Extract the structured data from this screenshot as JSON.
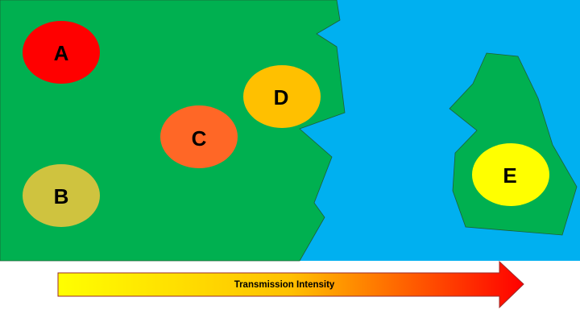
{
  "diagram": {
    "colors": {
      "land": "#00b050",
      "sea": "#00b0f0"
    },
    "regions": [
      {
        "label": "A",
        "color": "#ff0000"
      },
      {
        "label": "B",
        "color": "#cfc33f"
      },
      {
        "label": "C",
        "color": "#ff6726"
      },
      {
        "label": "D",
        "color": "#ffc000"
      },
      {
        "label": "E",
        "color": "#ffff00"
      }
    ],
    "arrow": {
      "label": "Transmission Intensity",
      "gradient_start": "#ffff00",
      "gradient_mid": "#ffc000",
      "gradient_end": "#ff0000"
    }
  }
}
